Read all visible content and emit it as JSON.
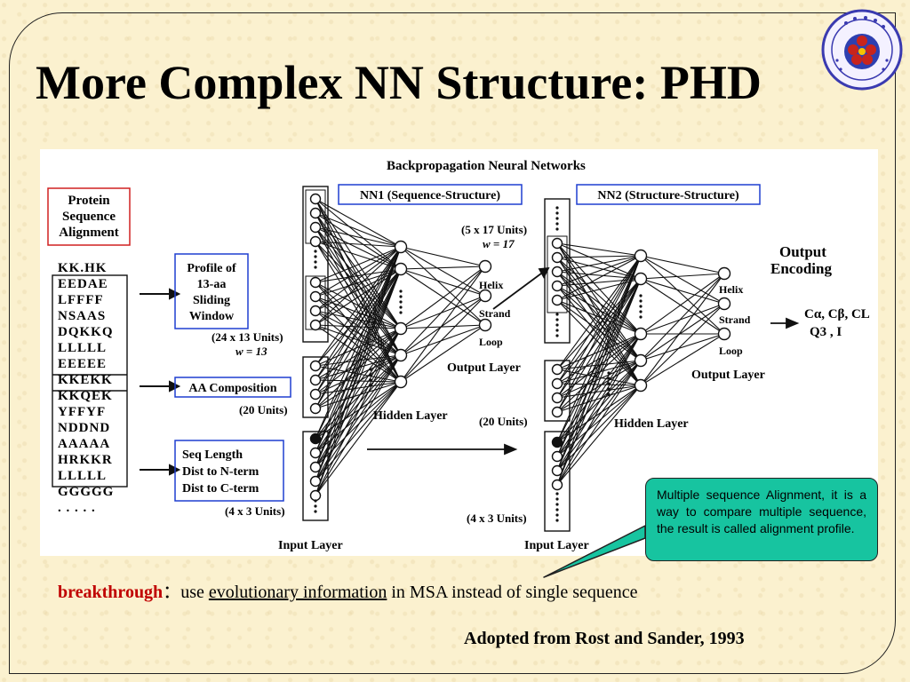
{
  "slide": {
    "title": "More Complex NN Structure: PHD",
    "credit": "Adopted from Rost and Sander, 1993",
    "footnote": {
      "keyword": "breakthrough",
      "separator": "：",
      "part1": "use ",
      "underlined": "evolutionary information",
      "part2": " in MSA instead of single sequence"
    },
    "callout": "Multiple sequence Alignment, it is a  way to compare multiple sequence, the result is called alignment profile."
  },
  "diagram": {
    "heading": "Backpropagation Neural Networks",
    "input_title": [
      "Protein",
      "Sequence",
      "Alignment"
    ],
    "alignment_rows": [
      "KK.HK",
      "EEDAE",
      "LFFFF",
      "NSAAS",
      "DQKKQ",
      "LLLLL",
      "EEEEE",
      "KKEKK",
      "KKQEK",
      "YFFYF",
      "NDDND",
      "AAAAA",
      "HRKKR",
      "LLLLL",
      "GGGGG",
      ". . . . ."
    ],
    "box_profile": [
      "Profile of",
      "13-aa",
      "Sliding",
      "Window"
    ],
    "box_aa": "AA Composition",
    "box_seq": [
      "Seq Length",
      "Dist to N-term",
      "Dist to C-term"
    ],
    "units_24x13": "(24 x 13 Units)",
    "w13": "w = 13",
    "units_20": "(20 Units)",
    "units_4x3": "(4 x 3 Units)",
    "input_layer": "Input Layer",
    "hidden_layer": "Hidden Layer",
    "output_layer": "Output Layer",
    "nn1": "NN1 (Sequence-Structure)",
    "nn2": "NN2 (Structure-Structure)",
    "units_5x17": "(5 x 17 Units)",
    "w17": "w = 17",
    "helix": "Helix",
    "strand": "Strand",
    "loop": "Loop",
    "output_encoding": [
      "Output",
      "Encoding"
    ],
    "out_line1": "Cα, Cβ, CL",
    "out_line2": "Q3 , I"
  }
}
